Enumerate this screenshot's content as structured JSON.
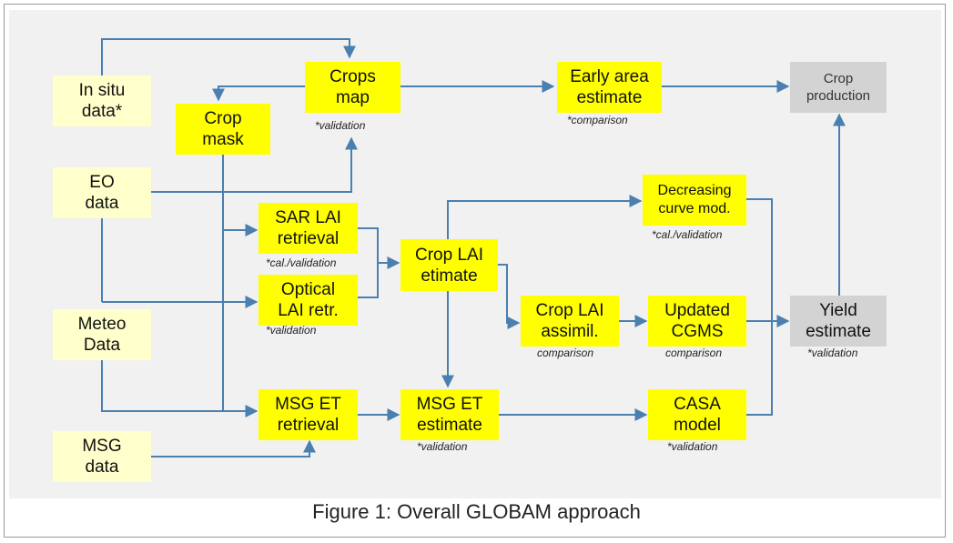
{
  "nodes": {
    "in_situ": [
      "In situ",
      "data*"
    ],
    "eo": [
      "EO",
      "data"
    ],
    "meteo": [
      "Meteo",
      "Data"
    ],
    "msg_data": [
      "MSG",
      "data"
    ],
    "crop_mask": [
      "Crop",
      "mask"
    ],
    "crops_map": [
      "Crops",
      "map"
    ],
    "early_area": [
      "Early area",
      "estimate"
    ],
    "crop_production": [
      "Crop",
      "production"
    ],
    "sar_lai": [
      "SAR LAI",
      "retrieval"
    ],
    "optical_lai": [
      "Optical",
      "LAI retr."
    ],
    "crop_lai_est": [
      "Crop LAI",
      "etimate"
    ],
    "decreasing_curve": [
      "Decreasing",
      "curve mod."
    ],
    "crop_lai_assimil": [
      "Crop LAI",
      "assimil."
    ],
    "updated_cgms": [
      "Updated",
      "CGMS"
    ],
    "yield_estimate": [
      "Yield",
      "estimate"
    ],
    "msg_et_retrieval": [
      "MSG ET",
      "retrieval"
    ],
    "msg_et_estimate": [
      "MSG ET",
      "estimate"
    ],
    "casa_model": [
      "CASA",
      "model"
    ]
  },
  "notes": {
    "crops_map": "*validation",
    "early_area": "*comparison",
    "sar_lai": "*cal./validation",
    "optical_lai": "*validation",
    "decreasing_curve": "*cal./validation",
    "crop_lai_assimil": "comparison",
    "updated_cgms": "comparison",
    "yield_estimate": "*validation",
    "msg_et_estimate": "*validation",
    "casa_model": "*validation"
  },
  "caption": "Figure 1: Overall GLOBAM approach",
  "colors": {
    "arrow": "#4a7fb0",
    "process": "#ffff00",
    "input": "#ffffcc",
    "output": "#d3d3d3"
  }
}
